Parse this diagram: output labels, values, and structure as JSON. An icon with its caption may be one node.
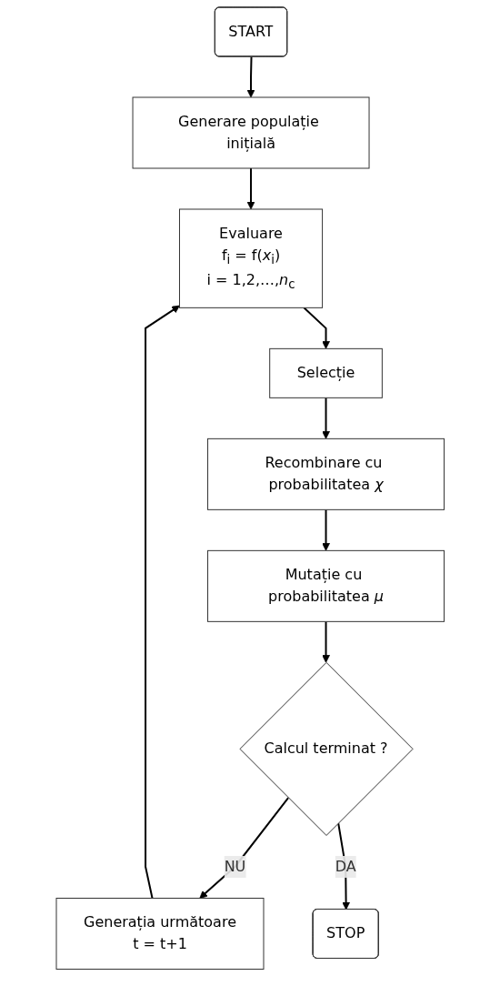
{
  "diagram": {
    "nodes": [
      {
        "text": [
          "START"
        ]
      },
      {
        "text": [
          "Generare populație inițială"
        ]
      },
      {
        "text": [
          "Evaluare",
          "f$_{i}$ = f(*x*$_{i}$)",
          "i = 1,2,…,*n*$_{c}$"
        ]
      },
      {
        "text": [
          "Selecție"
        ]
      },
      {
        "text": [
          "Recombinare cu probabilitatea *χ*"
        ]
      },
      {
        "text": [
          "Mutație cu probabilitatea *μ*"
        ]
      },
      {
        "text": [
          "Calcul terminat ?"
        ]
      },
      {
        "text": [
          "Generația următoare",
          "t = t+1"
        ]
      },
      {
        "text": [
          "STOP"
        ]
      }
    ],
    "edges": [
      {
        "from": 0,
        "to": 1,
        "arrow": "to"
      },
      {
        "from": 1,
        "to": 2,
        "arrow": "to"
      },
      {
        "from": 2,
        "to": 3,
        "arrow": "to"
      },
      {
        "from": 3,
        "to": 4,
        "arrow": "to"
      },
      {
        "from": 4,
        "to": 5,
        "arrow": "to"
      },
      {
        "from": 5,
        "to": 6,
        "arrow": "to"
      },
      {
        "from": 6,
        "to": 7,
        "arrow": "to",
        "label": "NU"
      },
      {
        "from": 7,
        "to": 2,
        "arrow": "to"
      },
      {
        "from": 6,
        "to": 8,
        "arrow": "to",
        "label": "DA"
      }
    ]
  }
}
